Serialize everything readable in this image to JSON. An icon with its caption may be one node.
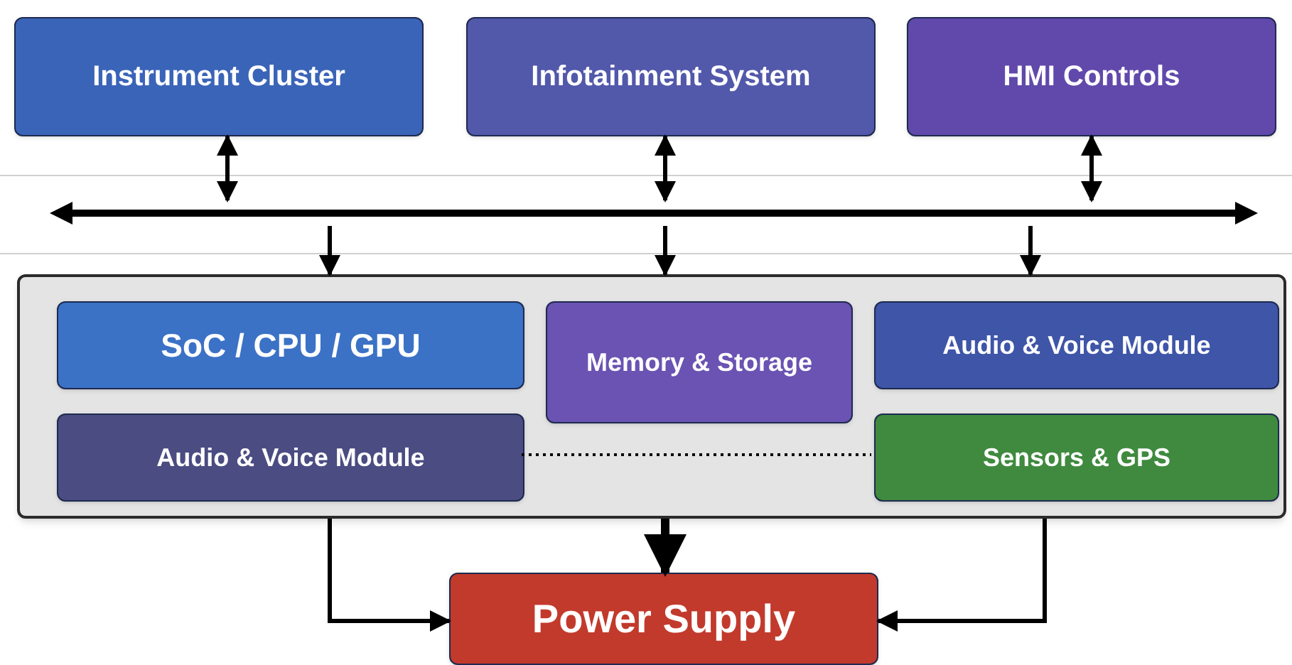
{
  "diagram": {
    "nodes": [
      {
        "text": [
          "Instrument Cluster"
        ]
      },
      {
        "text": [
          "Infotainment System"
        ]
      },
      {
        "text": [
          "HMI Controls"
        ]
      },
      {
        "text": [],
        "shape": "bar"
      },
      {
        "text": [],
        "shape": "box"
      },
      {
        "text": [
          "SoC / CPU / GPU"
        ],
        "in": 4
      },
      {
        "text": [
          "Memory & Storage"
        ],
        "in": 4
      },
      {
        "text": [
          "Audio & Voice Module"
        ],
        "in": 4
      },
      {
        "text": [
          "Audio & Voice Module"
        ],
        "in": 4
      },
      {
        "text": [
          "Sensors & GPS"
        ],
        "in": 4
      },
      {
        "text": [
          "Power Supply"
        ]
      }
    ],
    "edges": [
      {
        "from": 0,
        "to": 3,
        "arrow": "both"
      },
      {
        "from": 1,
        "to": 3,
        "arrow": "both"
      },
      {
        "from": 2,
        "to": 3,
        "arrow": "both"
      },
      {
        "from": 3,
        "to": 4,
        "arrow": "to"
      },
      {
        "from": 3,
        "to": 4,
        "arrow": "to"
      },
      {
        "from": 3,
        "to": 4,
        "arrow": "to"
      },
      {
        "from": 8,
        "to": 9,
        "arrow": "none",
        "style": "dashed"
      },
      {
        "from": 4,
        "to": 10,
        "arrow": "to",
        "style": "thick"
      },
      {
        "from": 4,
        "to": 10,
        "arrow": "to"
      },
      {
        "from": 4,
        "to": 10,
        "arrow": "to"
      }
    ]
  }
}
